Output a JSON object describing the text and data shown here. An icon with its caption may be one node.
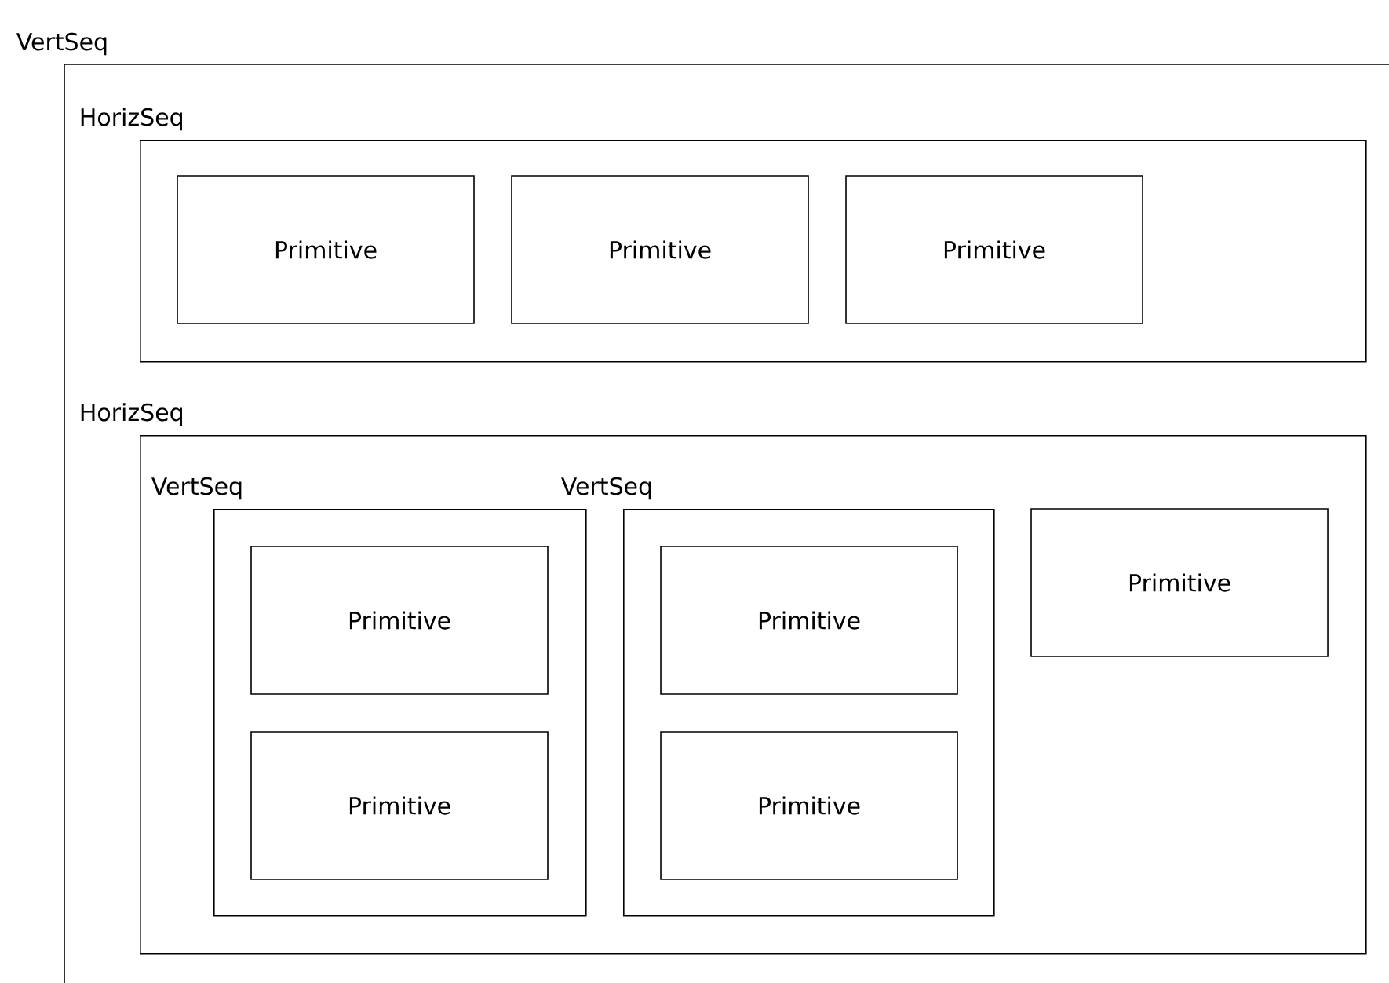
{
  "diagram": {
    "nodes": [
      {
        "text": [
          "VertSeq"
        ]
      },
      {
        "text": [
          "HorizSeq"
        ],
        "in": 0
      },
      {
        "text": [
          "Primitive"
        ],
        "in": 1
      },
      {
        "text": [
          "Primitive"
        ],
        "in": 1
      },
      {
        "text": [
          "Primitive"
        ],
        "in": 1
      },
      {
        "text": [
          "HorizSeq"
        ],
        "in": 0
      },
      {
        "text": [
          "VertSeq"
        ],
        "in": 5
      },
      {
        "text": [
          "Primitive"
        ],
        "in": 6
      },
      {
        "text": [
          "Primitive"
        ],
        "in": 6
      },
      {
        "text": [
          "VertSeq"
        ],
        "in": 5
      },
      {
        "text": [
          "Primitive"
        ],
        "in": 9
      },
      {
        "text": [
          "Primitive"
        ],
        "in": 9
      },
      {
        "text": [
          "Primitive"
        ],
        "in": 5
      }
    ]
  }
}
